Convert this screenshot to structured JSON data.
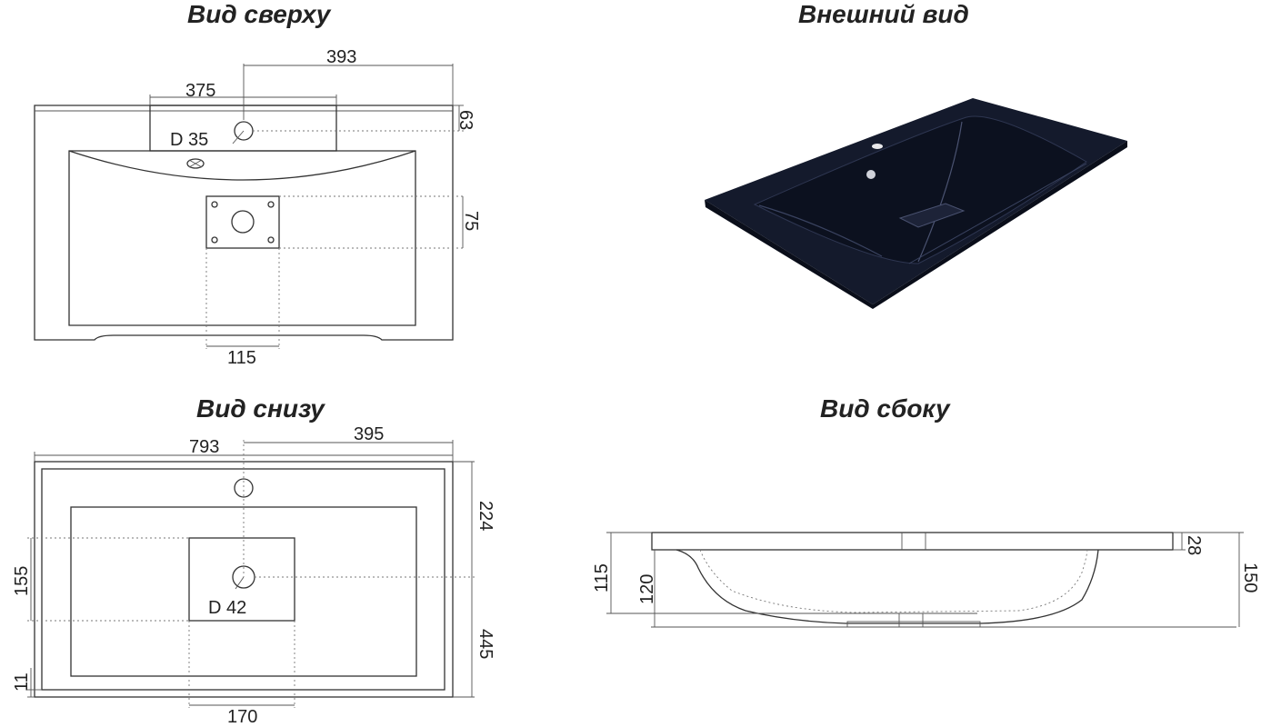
{
  "titles": {
    "top_view": "Вид сверху",
    "exterior": "Внешний вид",
    "bottom_view": "Вид снизу",
    "side_view": "Вид сбоку"
  },
  "top_view": {
    "dim_393": "393",
    "dim_375": "375",
    "dim_63": "63",
    "dim_75": "75",
    "dim_115": "115",
    "hole_label": "D 35"
  },
  "bottom_view": {
    "dim_793": "793",
    "dim_395": "395",
    "dim_224": "224",
    "dim_445": "445",
    "dim_155": "155",
    "dim_11": "11",
    "dim_170": "170",
    "drain_label": "D 42"
  },
  "side_view": {
    "dim_115": "115",
    "dim_120": "120",
    "dim_28": "28",
    "dim_150": "150"
  },
  "colors": {
    "line": "#333333",
    "basin": "#141a2c",
    "basin_highlight": "#3a4360"
  }
}
